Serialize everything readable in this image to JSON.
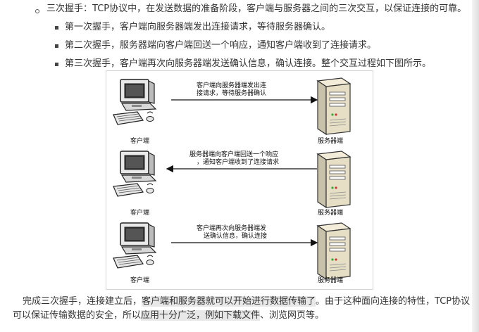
{
  "intro": {
    "label": "三次握手：",
    "text": "TCP协议中，在发送数据的准备阶段，客户端与服务器之间的三次交互，以保证连接的可靠。"
  },
  "steps": [
    "第一次握手，客户端向服务器端发出连接请求，等待服务器确认。",
    "第二次握手，服务器端向客户端回送一个响应，通知客户端收到了连接请求。",
    "第三次握手，客户端再次向服务器端发送确认信息，确认连接。整个交互过程如下图所示。"
  ],
  "diagram": {
    "rows": [
      {
        "client": "客户端",
        "server": "服务器端",
        "msg_line1": "客户端向服务器端发出连",
        "msg_line2": "接请求，等待服务器确认",
        "direction": "right"
      },
      {
        "client": "客户端",
        "server": "服务器端",
        "msg_line1": "服务器端向客户端回送一个响应",
        "msg_line2": "，通知客户端收到了连接请求",
        "direction": "left"
      },
      {
        "client": "客户端",
        "server": "服务器端",
        "msg_line1": "客户端再次向服务器端发",
        "msg_line2": "送确认信息，确认连接",
        "direction": "right"
      }
    ]
  },
  "conclusion": {
    "line1_pre": "完成三次握手，连接建立后，",
    "line1_hl": "客户端和服务器就可以开始进行数据传输了",
    "line1_post": "。由于这种面向连接的特性，TCP协议",
    "line2_pre": "可以保证传输数据的安全，所以",
    "line2_hl": "应用十分广泛，例如下载文件",
    "line2_post": "、浏览网页等。"
  }
}
